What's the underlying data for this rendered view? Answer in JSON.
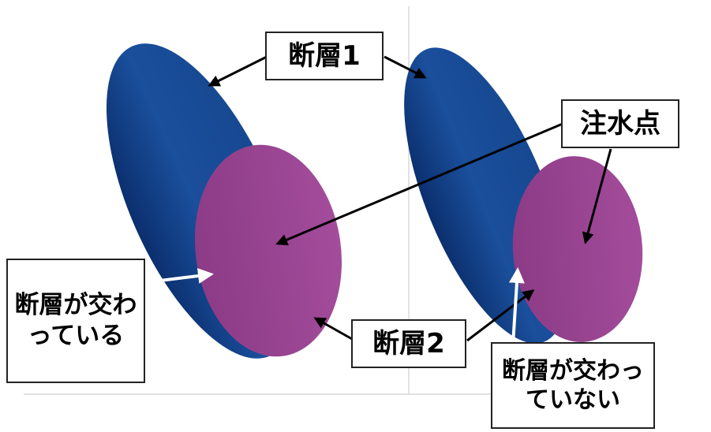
{
  "labels": {
    "fault1": "断層1",
    "injection_point": "注水点",
    "fault2": "断層2",
    "intersecting": "断層が交わっている",
    "not_intersecting": "断層が交わっていない"
  },
  "colors": {
    "fault1_blue": "#1a4f9c",
    "fault1_dark": "#0b2f6e",
    "fault2_purple": "#a34c9b",
    "fault2_dark": "#8c3b86",
    "arrow_black": "#000000",
    "arrow_white": "#ffffff",
    "divider": "#d8d8d8"
  }
}
